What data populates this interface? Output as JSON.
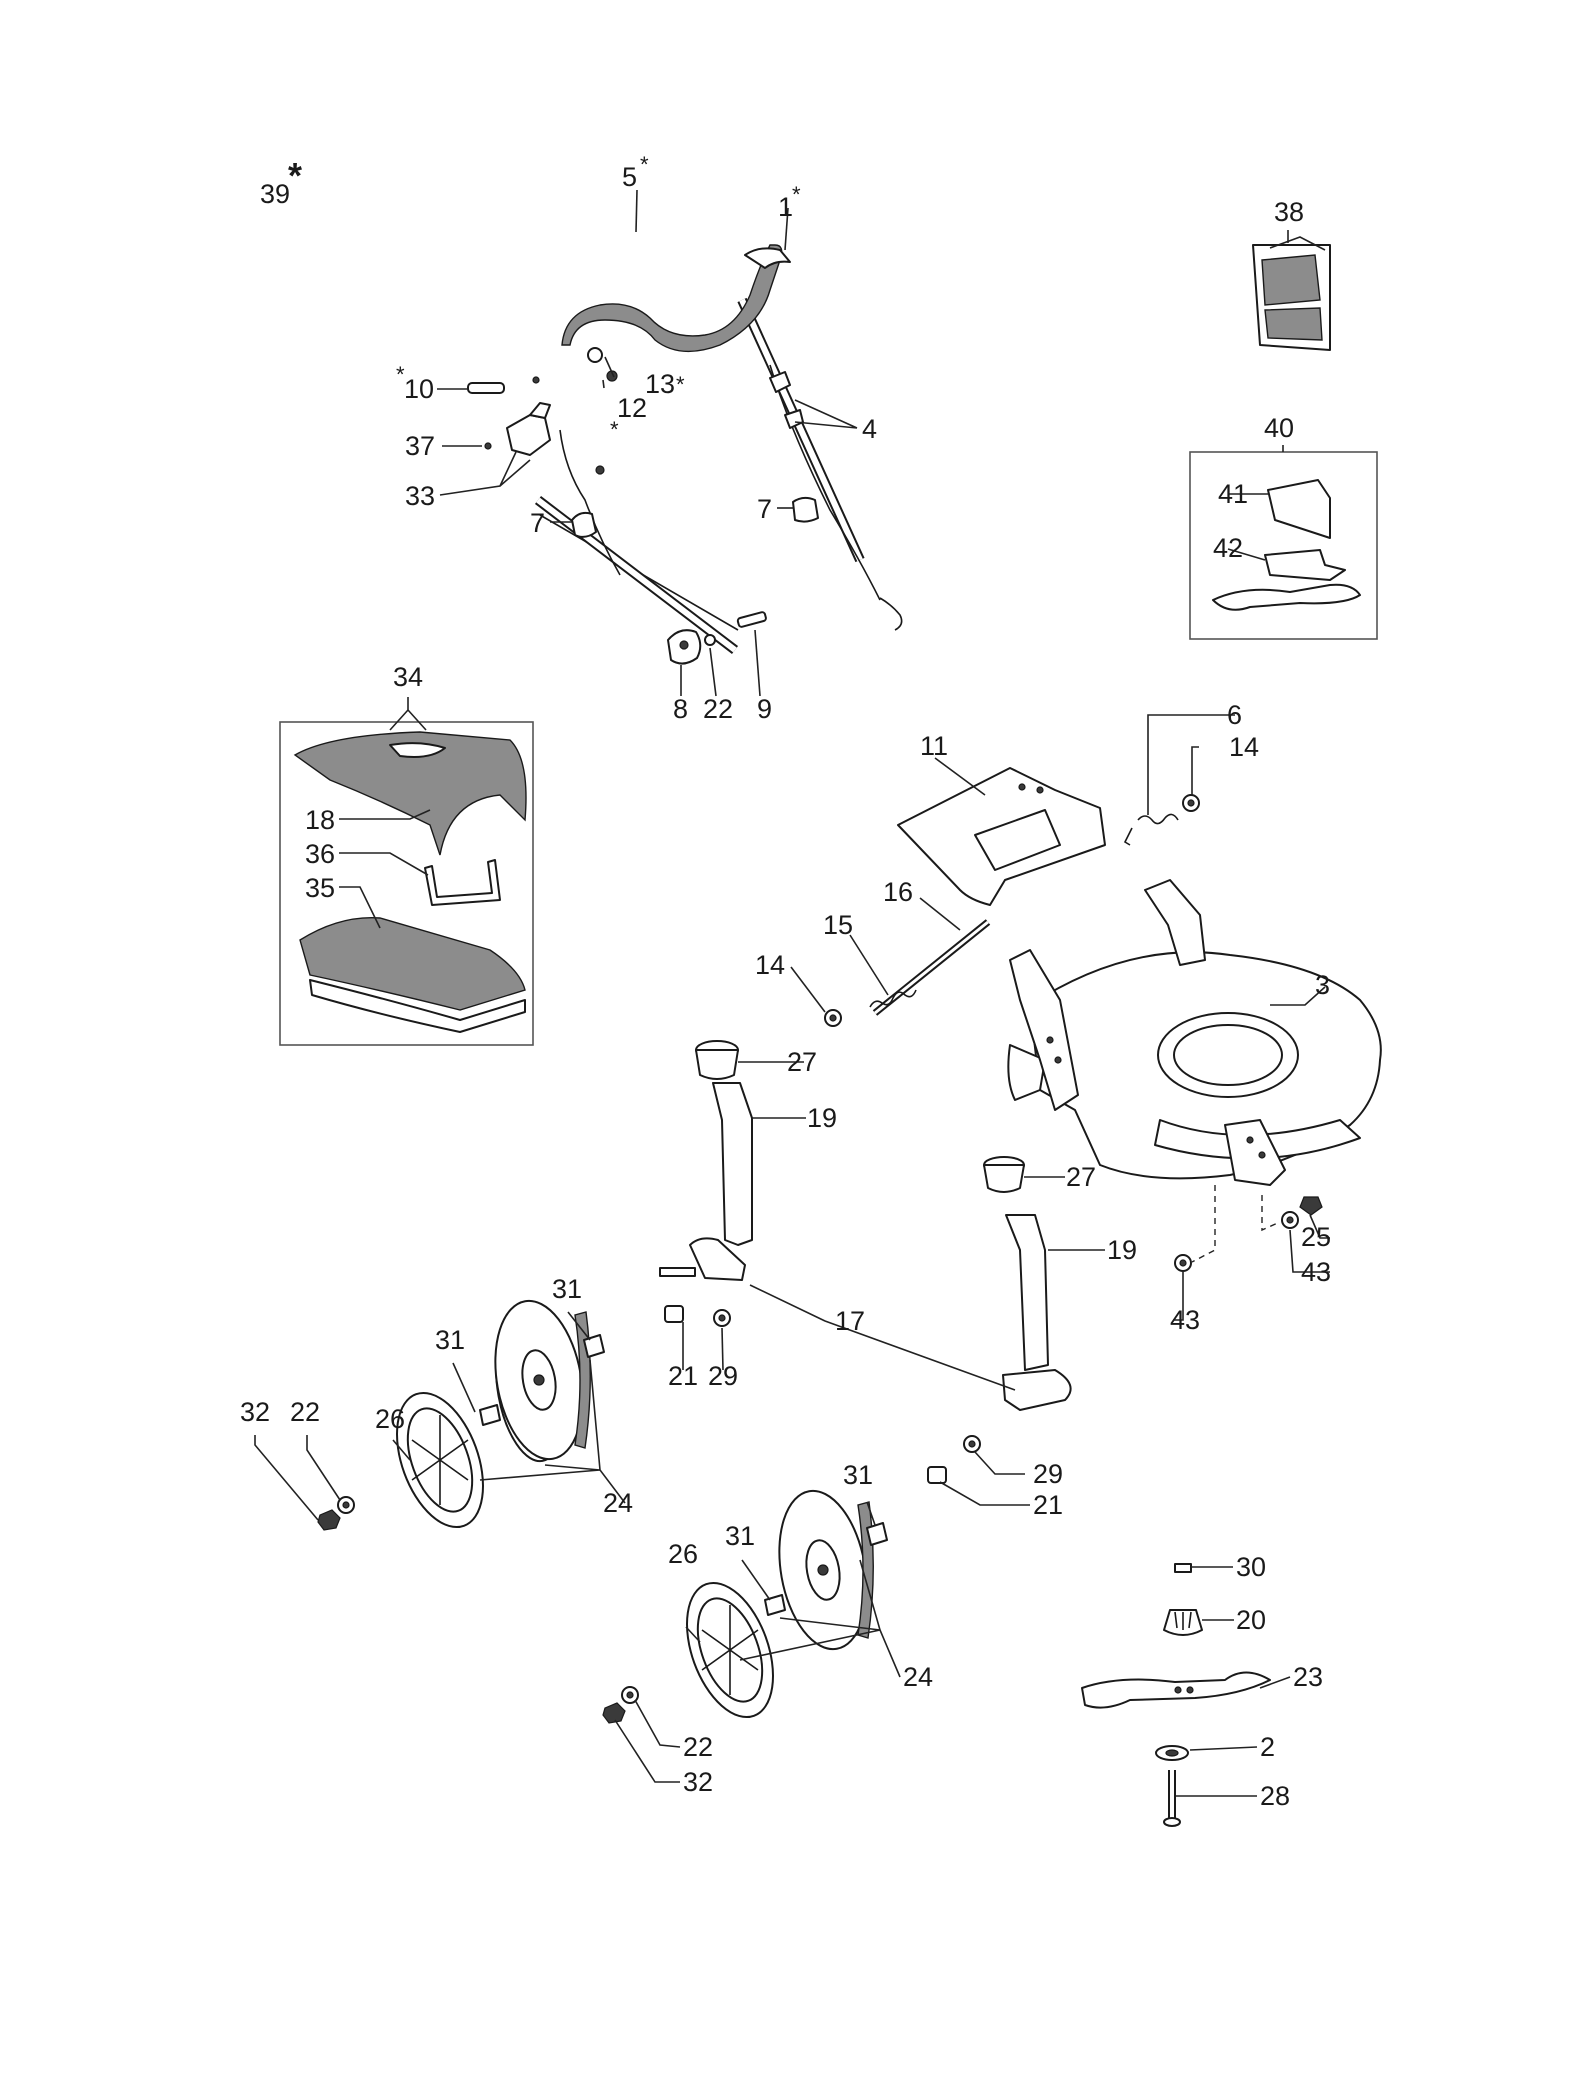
{
  "labels": [
    {
      "id": "39",
      "text": "39"
    },
    {
      "id": "5",
      "text": "5"
    },
    {
      "id": "1",
      "text": "1"
    },
    {
      "id": "38",
      "text": "38"
    },
    {
      "id": "10",
      "text": "10"
    },
    {
      "id": "13",
      "text": "13"
    },
    {
      "id": "12",
      "text": "12"
    },
    {
      "id": "4",
      "text": "4"
    },
    {
      "id": "37",
      "text": "37"
    },
    {
      "id": "33",
      "text": "33"
    },
    {
      "id": "40",
      "text": "40"
    },
    {
      "id": "41",
      "text": "41"
    },
    {
      "id": "42",
      "text": "42"
    },
    {
      "id": "7a",
      "text": "7"
    },
    {
      "id": "7b",
      "text": "7"
    },
    {
      "id": "8",
      "text": "8"
    },
    {
      "id": "22a",
      "text": "22"
    },
    {
      "id": "9",
      "text": "9"
    },
    {
      "id": "34",
      "text": "34"
    },
    {
      "id": "6",
      "text": "6"
    },
    {
      "id": "11",
      "text": "11"
    },
    {
      "id": "14a",
      "text": "14"
    },
    {
      "id": "18",
      "text": "18"
    },
    {
      "id": "36",
      "text": "36"
    },
    {
      "id": "35",
      "text": "35"
    },
    {
      "id": "16",
      "text": "16"
    },
    {
      "id": "15",
      "text": "15"
    },
    {
      "id": "14b",
      "text": "14"
    },
    {
      "id": "3",
      "text": "3"
    },
    {
      "id": "27a",
      "text": "27"
    },
    {
      "id": "19a",
      "text": "19"
    },
    {
      "id": "27b",
      "text": "27"
    },
    {
      "id": "25",
      "text": "25"
    },
    {
      "id": "19b",
      "text": "19"
    },
    {
      "id": "43a",
      "text": "43"
    },
    {
      "id": "31a",
      "text": "31"
    },
    {
      "id": "17",
      "text": "17"
    },
    {
      "id": "43b",
      "text": "43"
    },
    {
      "id": "31b",
      "text": "31"
    },
    {
      "id": "21a",
      "text": "21"
    },
    {
      "id": "29a",
      "text": "29"
    },
    {
      "id": "26a",
      "text": "26"
    },
    {
      "id": "32a",
      "text": "32"
    },
    {
      "id": "22b",
      "text": "22"
    },
    {
      "id": "29b",
      "text": "29"
    },
    {
      "id": "31c",
      "text": "31"
    },
    {
      "id": "24a",
      "text": "24"
    },
    {
      "id": "21b",
      "text": "21"
    },
    {
      "id": "31d",
      "text": "31"
    },
    {
      "id": "26b",
      "text": "26"
    },
    {
      "id": "30",
      "text": "30"
    },
    {
      "id": "20",
      "text": "20"
    },
    {
      "id": "23",
      "text": "23"
    },
    {
      "id": "24b",
      "text": "24"
    },
    {
      "id": "2",
      "text": "2"
    },
    {
      "id": "22c",
      "text": "22"
    },
    {
      "id": "28",
      "text": "28"
    },
    {
      "id": "32b",
      "text": "32"
    }
  ],
  "marks": {
    "star": "*",
    "big_star": "*"
  }
}
